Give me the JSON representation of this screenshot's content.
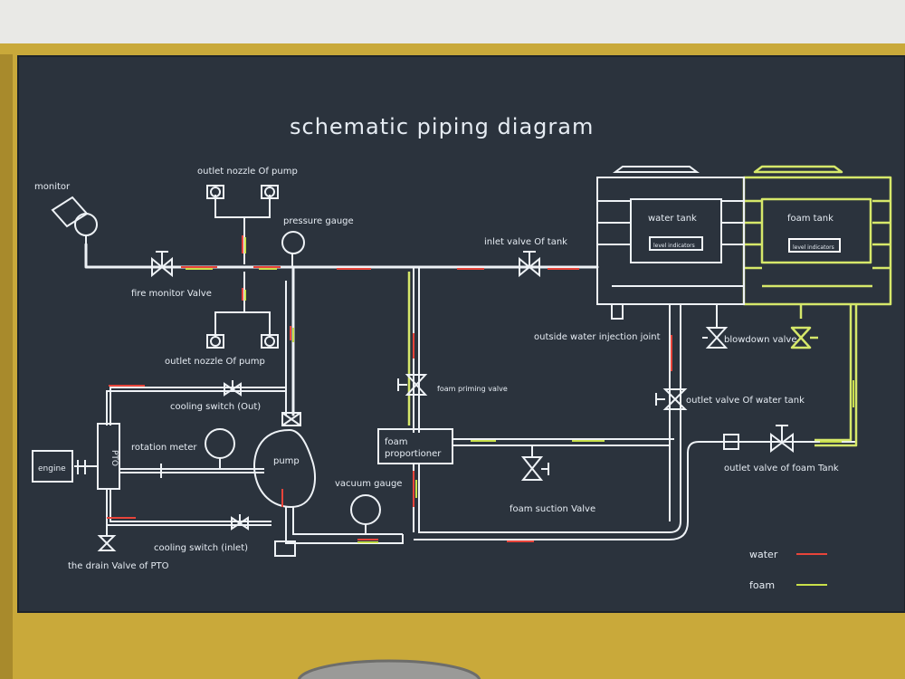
{
  "title": "schematic piping diagram",
  "labels": {
    "monitor": "monitor",
    "outlet_nozzle_top": "outlet nozzle Of pump",
    "pressure_gauge": "pressure gauge",
    "fire_monitor_valve": "fire monitor Valve",
    "outlet_nozzle_bottom": "outlet nozzle Of pump",
    "cooling_switch_out": "cooling switch (Out)",
    "rotation_meter": "rotation meter",
    "pto": "PTO",
    "engine": "engine",
    "pump": "pump",
    "vacuum_gauge": "vacuum gauge",
    "cooling_switch_inlet": "cooling switch (inlet)",
    "drain_valve": "the drain Valve of PTO",
    "foam_priming_valve": "foam priming valve",
    "foam_proportioner_1": "foam",
    "foam_proportioner_2": "proportioner",
    "foam_suction_valve": "foam suction Valve",
    "inlet_valve_tank": "inlet valve Of tank",
    "water_tank": "water tank",
    "foam_tank": "foam tank",
    "level_indicator_water": "level indicators",
    "level_indicator_foam": "level indicators",
    "outside_water_injection": "outside water injection joint",
    "blowdown_valve": "blowdown valve",
    "outlet_valve_water_tank": "outlet valve Of water tank",
    "outlet_valve_foam_tank": "outlet valve of foam Tank"
  },
  "legend": {
    "water": "water",
    "foam": "foam"
  },
  "colors": {
    "board": "#2b333d",
    "frame": "#c9a93a",
    "pipe": "#eef2f6",
    "foam_line": "#d6e86a",
    "water_arrow": "#e8443a",
    "foam_arrow": "#c9e04a"
  }
}
